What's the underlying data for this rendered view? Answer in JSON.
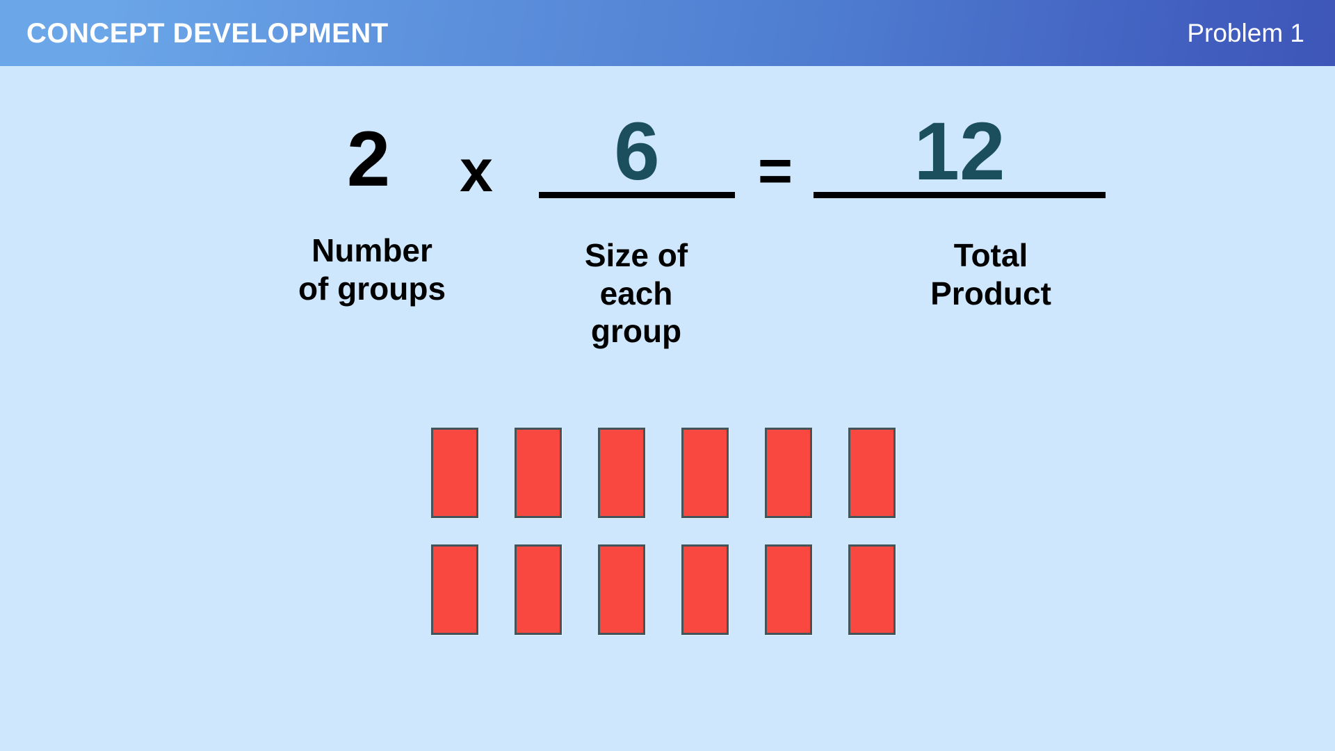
{
  "header": {
    "title": "CONCEPT DEVELOPMENT",
    "problem_label": "Problem 1",
    "gradient_start": "#6ba6e8",
    "gradient_end": "#3d56b8",
    "text_color": "#ffffff"
  },
  "page": {
    "background": "#cfe7fc"
  },
  "equation": {
    "factor": "2",
    "times_symbol": "x",
    "size_value": "6",
    "equals_symbol": "=",
    "total_value": "12",
    "black_color": "#000000",
    "teal_color": "#1b4f5e",
    "size_blank_filled": true,
    "total_blank_filled": true
  },
  "captions": {
    "groups": "Number\nof groups",
    "size": "Size of\neach\ngroup",
    "total": "Total\nProduct"
  },
  "array": {
    "rows": 2,
    "columns": 6,
    "total_units": 12,
    "unit_fill": "#f9483f",
    "unit_border": "#41555b",
    "row_data": [
      [
        "unit",
        "unit",
        "unit",
        "unit",
        "unit",
        "unit"
      ],
      [
        "unit",
        "unit",
        "unit",
        "unit",
        "unit",
        "unit"
      ]
    ]
  }
}
